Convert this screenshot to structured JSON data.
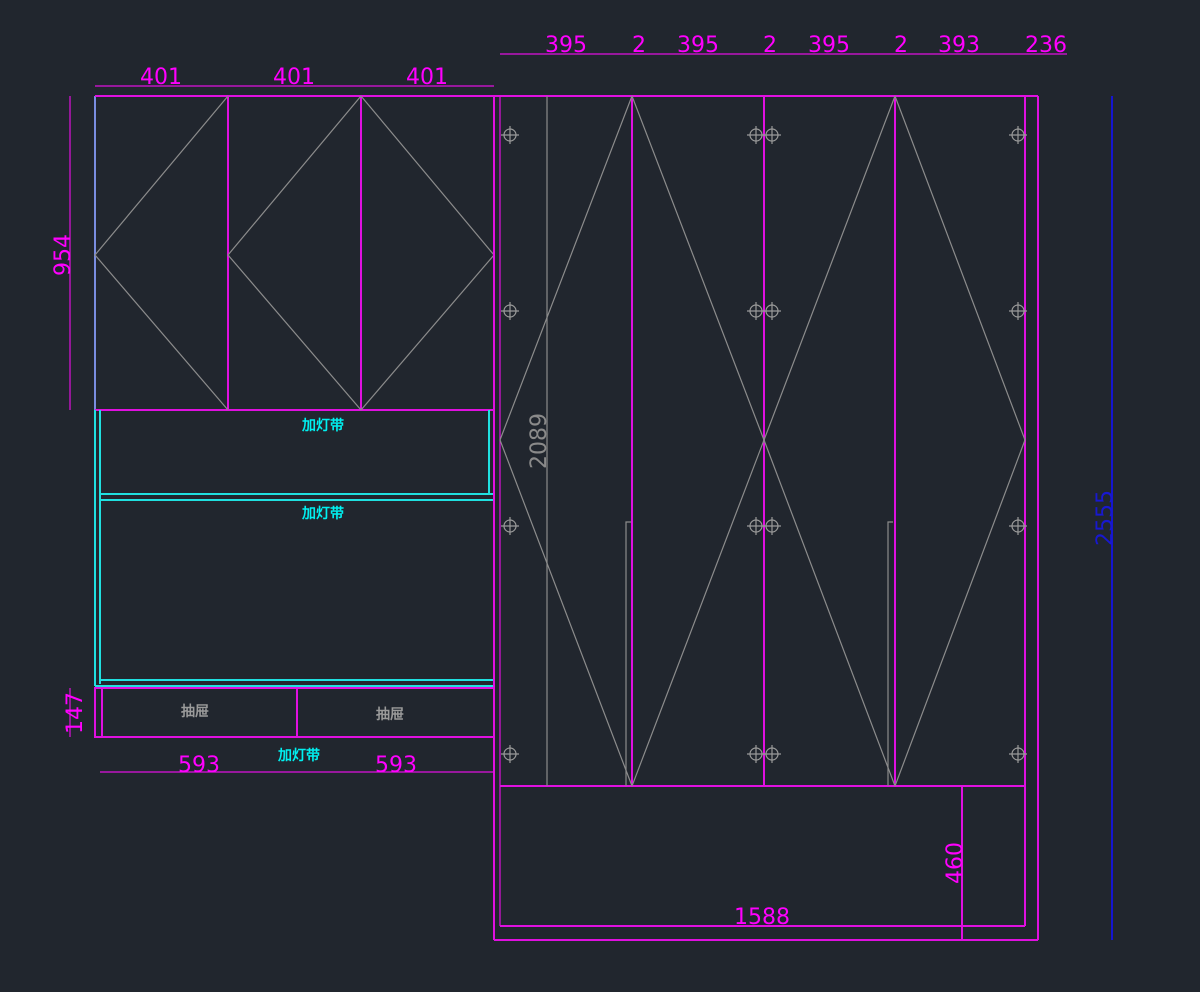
{
  "dimensions": {
    "top_upper": [
      "395",
      "2",
      "395",
      "2",
      "395",
      "2",
      "393",
      "236"
    ],
    "top_left": [
      "401",
      "401",
      "401"
    ],
    "left_height_upper": "954",
    "left_height_drawer": "147",
    "bottom_left": [
      "593",
      "593"
    ],
    "inner_height": "2089",
    "total_height": "2555",
    "base_height": "460",
    "base_width": "1588"
  },
  "labels": {
    "led_strip_1": "加灯带",
    "led_strip_2": "加灯带",
    "led_strip_3": "加灯带",
    "drawer_1": "抽屉",
    "drawer_2": "抽屉"
  },
  "colors": {
    "background": "#21262e",
    "magenta": "#e010e0",
    "cyan": "#20e0e0",
    "gray": "#8c8c8c",
    "blue": "#1515d0"
  }
}
